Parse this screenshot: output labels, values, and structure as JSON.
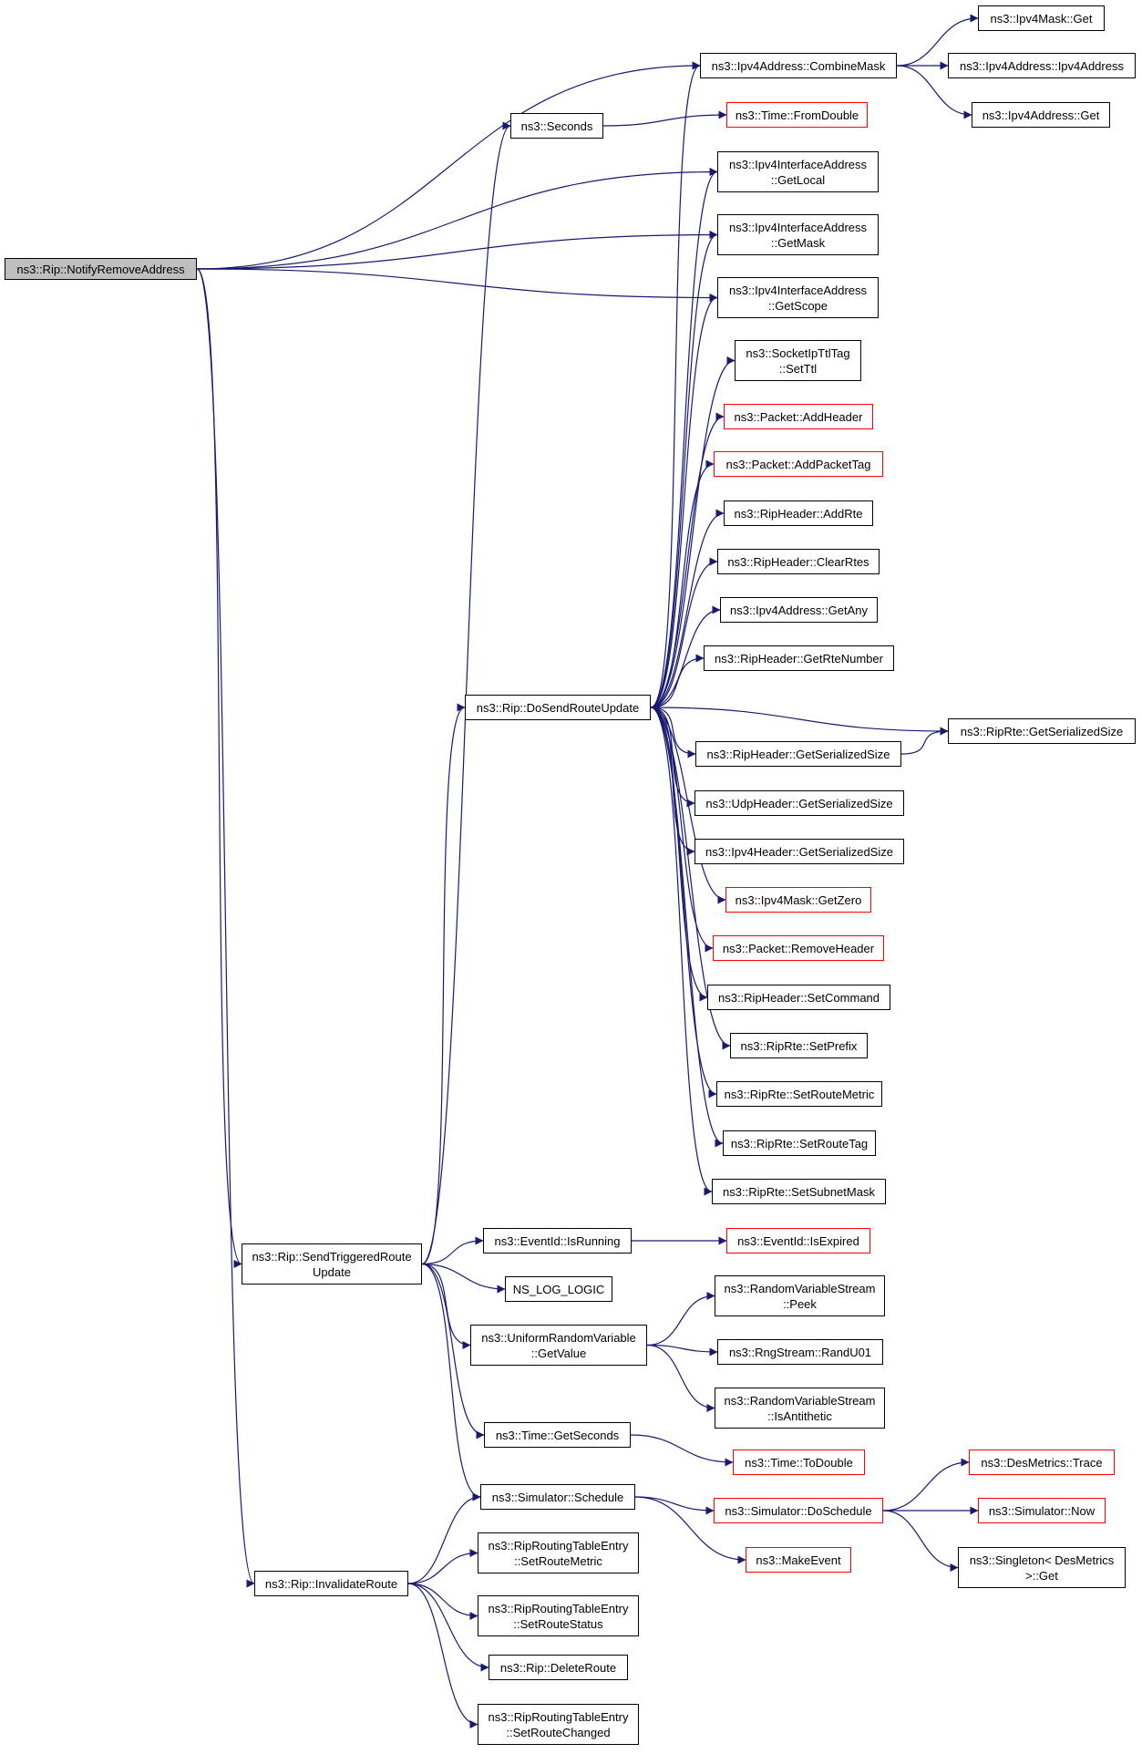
{
  "colors": {
    "edge": "#191970",
    "node_border": "#000000",
    "incomplete_border": "#ff0000",
    "root_fill": "#bfbfbf"
  },
  "nodes": {
    "notify_remove_address": {
      "lines": [
        "ns3::Rip::NotifyRemoveAddress"
      ],
      "style": "root"
    },
    "ipv4address_combinemask": {
      "lines": [
        "ns3::Ipv4Address::CombineMask"
      ]
    },
    "ipv4mask_get": {
      "lines": [
        "ns3::Ipv4Mask::Get"
      ]
    },
    "ipv4address_ipv4address": {
      "lines": [
        "ns3::Ipv4Address::Ipv4Address"
      ]
    },
    "ipv4address_get": {
      "lines": [
        "ns3::Ipv4Address::Get"
      ]
    },
    "seconds": {
      "lines": [
        "ns3::Seconds"
      ]
    },
    "time_fromdouble": {
      "lines": [
        "ns3::Time::FromDouble"
      ],
      "style": "red"
    },
    "ifaddr_getlocal": {
      "lines": [
        "ns3::Ipv4InterfaceAddress",
        "::GetLocal"
      ]
    },
    "ifaddr_getmask": {
      "lines": [
        "ns3::Ipv4InterfaceAddress",
        "::GetMask"
      ]
    },
    "ifaddr_getscope": {
      "lines": [
        "ns3::Ipv4InterfaceAddress",
        "::GetScope"
      ]
    },
    "socketipttltag_setttl": {
      "lines": [
        "ns3::SocketIpTtlTag",
        "::SetTtl"
      ]
    },
    "packet_addheader": {
      "lines": [
        "ns3::Packet::AddHeader"
      ],
      "style": "red"
    },
    "packet_addpackettag": {
      "lines": [
        "ns3::Packet::AddPacketTag"
      ],
      "style": "red"
    },
    "ripheader_addrte": {
      "lines": [
        "ns3::RipHeader::AddRte"
      ]
    },
    "ripheader_clearrtes": {
      "lines": [
        "ns3::RipHeader::ClearRtes"
      ]
    },
    "ipv4address_getany": {
      "lines": [
        "ns3::Ipv4Address::GetAny"
      ]
    },
    "ripheader_getrtenumber": {
      "lines": [
        "ns3::RipHeader::GetRteNumber"
      ]
    },
    "dosendrouteupdate": {
      "lines": [
        "ns3::Rip::DoSendRouteUpdate"
      ]
    },
    "riprte_getserializedsize": {
      "lines": [
        "ns3::RipRte::GetSerializedSize"
      ]
    },
    "ripheader_getserializedsize": {
      "lines": [
        "ns3::RipHeader::GetSerializedSize"
      ]
    },
    "udpheader_getserializedsize": {
      "lines": [
        "ns3::UdpHeader::GetSerializedSize"
      ]
    },
    "ipv4header_getserializedsize": {
      "lines": [
        "ns3::Ipv4Header::GetSerializedSize"
      ]
    },
    "ipv4mask_getzero": {
      "lines": [
        "ns3::Ipv4Mask::GetZero"
      ],
      "style": "red"
    },
    "packet_removeheader": {
      "lines": [
        "ns3::Packet::RemoveHeader"
      ],
      "style": "red"
    },
    "ripheader_setcommand": {
      "lines": [
        "ns3::RipHeader::SetCommand"
      ]
    },
    "riprte_setprefix": {
      "lines": [
        "ns3::RipRte::SetPrefix"
      ]
    },
    "riprte_setroutemetric": {
      "lines": [
        "ns3::RipRte::SetRouteMetric"
      ]
    },
    "riprte_setroutetag": {
      "lines": [
        "ns3::RipRte::SetRouteTag"
      ]
    },
    "riprte_setsubnetmask": {
      "lines": [
        "ns3::RipRte::SetSubnetMask"
      ]
    },
    "sendtriggeredrouteupdate": {
      "lines": [
        "ns3::Rip::SendTriggeredRoute",
        "Update"
      ]
    },
    "eventid_isrunning": {
      "lines": [
        "ns3::EventId::IsRunning"
      ]
    },
    "eventid_isexpired": {
      "lines": [
        "ns3::EventId::IsExpired"
      ],
      "style": "red"
    },
    "ns_log_logic": {
      "lines": [
        "NS_LOG_LOGIC"
      ]
    },
    "uniformrandomvariable_getvalue": {
      "lines": [
        "ns3::UniformRandomVariable",
        "::GetValue"
      ]
    },
    "randomvariablestream_peek": {
      "lines": [
        "ns3::RandomVariableStream",
        "::Peek"
      ]
    },
    "rngstream_randu01": {
      "lines": [
        "ns3::RngStream::RandU01"
      ]
    },
    "randomvariablestream_isantithetic": {
      "lines": [
        "ns3::RandomVariableStream",
        "::IsAntithetic"
      ]
    },
    "time_getseconds": {
      "lines": [
        "ns3::Time::GetSeconds"
      ]
    },
    "time_todouble": {
      "lines": [
        "ns3::Time::ToDouble"
      ],
      "style": "red"
    },
    "simulator_schedule": {
      "lines": [
        "ns3::Simulator::Schedule"
      ]
    },
    "simulator_doschedule": {
      "lines": [
        "ns3::Simulator::DoSchedule"
      ],
      "style": "red"
    },
    "desmetrics_trace": {
      "lines": [
        "ns3::DesMetrics::Trace"
      ],
      "style": "red"
    },
    "simulator_now": {
      "lines": [
        "ns3::Simulator::Now"
      ],
      "style": "red"
    },
    "singleton_desmetrics_get": {
      "lines": [
        "ns3::Singleton< DesMetrics",
        ">::Get"
      ]
    },
    "makeevent": {
      "lines": [
        "ns3::MakeEvent"
      ],
      "style": "red"
    },
    "invalidateroute": {
      "lines": [
        "ns3::Rip::InvalidateRoute"
      ]
    },
    "rte_setroutemetric": {
      "lines": [
        "ns3::RipRoutingTableEntry",
        "::SetRouteMetric"
      ]
    },
    "rte_setroutestatus": {
      "lines": [
        "ns3::RipRoutingTableEntry",
        "::SetRouteStatus"
      ]
    },
    "rip_deleteroute": {
      "lines": [
        "ns3::Rip::DeleteRoute"
      ]
    },
    "rte_setroutechanged": {
      "lines": [
        "ns3::RipRoutingTableEntry",
        "::SetRouteChanged"
      ]
    }
  },
  "edges": [
    [
      "notify_remove_address",
      "ipv4address_combinemask"
    ],
    [
      "notify_remove_address",
      "ifaddr_getlocal"
    ],
    [
      "notify_remove_address",
      "ifaddr_getmask"
    ],
    [
      "notify_remove_address",
      "ifaddr_getscope"
    ],
    [
      "notify_remove_address",
      "sendtriggeredrouteupdate"
    ],
    [
      "notify_remove_address",
      "invalidateroute"
    ],
    [
      "ipv4address_combinemask",
      "ipv4mask_get"
    ],
    [
      "ipv4address_combinemask",
      "ipv4address_ipv4address"
    ],
    [
      "ipv4address_combinemask",
      "ipv4address_get"
    ],
    [
      "seconds",
      "time_fromdouble"
    ],
    [
      "dosendrouteupdate",
      "ipv4address_combinemask"
    ],
    [
      "dosendrouteupdate",
      "ifaddr_getlocal"
    ],
    [
      "dosendrouteupdate",
      "ifaddr_getmask"
    ],
    [
      "dosendrouteupdate",
      "ifaddr_getscope"
    ],
    [
      "dosendrouteupdate",
      "socketipttltag_setttl"
    ],
    [
      "dosendrouteupdate",
      "packet_addheader"
    ],
    [
      "dosendrouteupdate",
      "packet_addpackettag"
    ],
    [
      "dosendrouteupdate",
      "ripheader_addrte"
    ],
    [
      "dosendrouteupdate",
      "ripheader_clearrtes"
    ],
    [
      "dosendrouteupdate",
      "ipv4address_getany"
    ],
    [
      "dosendrouteupdate",
      "ripheader_getrtenumber"
    ],
    [
      "dosendrouteupdate",
      "riprte_getserializedsize"
    ],
    [
      "dosendrouteupdate",
      "ripheader_getserializedsize"
    ],
    [
      "dosendrouteupdate",
      "udpheader_getserializedsize"
    ],
    [
      "dosendrouteupdate",
      "ipv4header_getserializedsize"
    ],
    [
      "dosendrouteupdate",
      "ipv4mask_getzero"
    ],
    [
      "dosendrouteupdate",
      "packet_removeheader"
    ],
    [
      "dosendrouteupdate",
      "ripheader_setcommand"
    ],
    [
      "dosendrouteupdate",
      "riprte_setprefix"
    ],
    [
      "dosendrouteupdate",
      "riprte_setroutemetric"
    ],
    [
      "dosendrouteupdate",
      "riprte_setroutetag"
    ],
    [
      "dosendrouteupdate",
      "riprte_setsubnetmask"
    ],
    [
      "ripheader_getserializedsize",
      "riprte_getserializedsize"
    ],
    [
      "sendtriggeredrouteupdate",
      "seconds"
    ],
    [
      "sendtriggeredrouteupdate",
      "dosendrouteupdate"
    ],
    [
      "sendtriggeredrouteupdate",
      "eventid_isrunning"
    ],
    [
      "sendtriggeredrouteupdate",
      "ns_log_logic"
    ],
    [
      "sendtriggeredrouteupdate",
      "uniformrandomvariable_getvalue"
    ],
    [
      "sendtriggeredrouteupdate",
      "time_getseconds"
    ],
    [
      "sendtriggeredrouteupdate",
      "simulator_schedule"
    ],
    [
      "eventid_isrunning",
      "eventid_isexpired"
    ],
    [
      "uniformrandomvariable_getvalue",
      "randomvariablestream_peek"
    ],
    [
      "uniformrandomvariable_getvalue",
      "rngstream_randu01"
    ],
    [
      "uniformrandomvariable_getvalue",
      "randomvariablestream_isantithetic"
    ],
    [
      "time_getseconds",
      "time_todouble"
    ],
    [
      "simulator_schedule",
      "simulator_doschedule"
    ],
    [
      "simulator_schedule",
      "makeevent"
    ],
    [
      "simulator_doschedule",
      "desmetrics_trace"
    ],
    [
      "simulator_doschedule",
      "simulator_now"
    ],
    [
      "simulator_doschedule",
      "singleton_desmetrics_get"
    ],
    [
      "invalidateroute",
      "simulator_schedule"
    ],
    [
      "invalidateroute",
      "rte_setroutemetric"
    ],
    [
      "invalidateroute",
      "rte_setroutestatus"
    ],
    [
      "invalidateroute",
      "rip_deleteroute"
    ],
    [
      "invalidateroute",
      "rte_setroutechanged"
    ]
  ]
}
